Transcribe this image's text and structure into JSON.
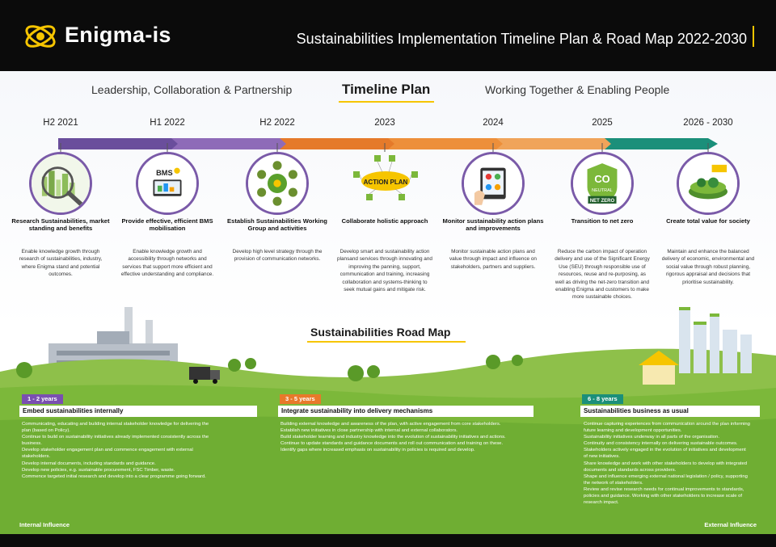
{
  "header": {
    "brand": "Enigma-is",
    "title": "Sustainabilities Implementation Timeline Plan & Road Map 2022-2030"
  },
  "timeline": {
    "heading": "Timeline Plan",
    "tagline_left": "Leadership, Collaboration & Partnership",
    "tagline_right": "Working Together & Enabling People",
    "segments_colors": [
      "#6a4e9c",
      "#8e6bb8",
      "#e57a2a",
      "#ed8f3a",
      "#f0a45a",
      "#1b8f7a"
    ],
    "milestones": [
      {
        "period": "H2 2021",
        "title": "Research Sustainabilities, market standing and benefits",
        "icon": "magnifier-city-icon",
        "description": "Enable knowledge growth through research of sustainabilities, industry, where Enigma stand and potential outcomes."
      },
      {
        "period": "H1 2022",
        "title": "Provide effective, efficient BMS mobilisation",
        "icon": "bms-devices-icon",
        "description": "Enable knowledge growth and accessibility through networks and services that support more efficient and effective understanding and compliance."
      },
      {
        "period": "H2 2022",
        "title": "Establish Sustainabilities Working Group and activities",
        "icon": "working-group-icon",
        "description": "Develop high level strategy through the provision of communication networks."
      },
      {
        "period": "2023",
        "title": "Collaborate holistic approach",
        "icon": "action-plan-icon",
        "description": "Develop smart and sustainability action plansand services through innovating and improving the panning, support, communication and training, increasing collaboration and systems-thinking to seek mutual gains and mitigate risk."
      },
      {
        "period": "2024",
        "title": "Monitor sustainability action plans and improvements",
        "icon": "tablet-monitor-icon",
        "description": "Monitor sustainable action plans and value through impact and influence on stakeholders, partners and suppliers."
      },
      {
        "period": "2025",
        "title": "Transition to net zero",
        "icon": "net-zero-icon",
        "description": "Reduce the carbon impact of operation delivery and use of the Significant Energy Use (SEU) through responsible use of resources, reuse and re-purposing, as well as driving the net-zero transition and enabling Enigma and customers to make more sustainable choices."
      },
      {
        "period": "2026 - 2030",
        "title": "Create total value for society",
        "icon": "sustainability-globe-icon",
        "description": "Maintain and enhance the balanced delivery of economic, environmental and social value through robust planning, rigorous appraisal and decisions that prioritise sustainability."
      }
    ]
  },
  "roadmap": {
    "heading": "Sustainabilities Road Map",
    "phases": [
      {
        "tag": "1 - 2 years",
        "tag_color": "#7a4fb0",
        "title": "Embed sustainabilities internally",
        "items": [
          "Communicating, educating and building internal stakeholder knowledge for delivering the plan (based on Policy).",
          "Continue to build on sustainability initiatives already implemented consistently across the business.",
          "Develop stakeholder engagement plan and commence engagement with external stakeholders.",
          "Develop internal documents, including standards and guidance.",
          "Develop new policies, e.g. sustainable procurement, FSC Timber, waste.",
          "Commence targeted initial research and develop into a clear programme going forward."
        ]
      },
      {
        "tag": "3 - 5 years",
        "tag_color": "#e8792a",
        "title": "Integrate sustainability into delivery mechanisms",
        "items": [
          "Building external knowledge and awareness of the plan, with active engagement from core stakeholders.",
          "Establish new initiatives in close partnership with internal and external collaborators.",
          "Build stakeholder learning and industry knowledge into the evolution of sustainability initiatives and actions.",
          "Continue to update standards and guidance documents and roll out communication and training on these.",
          "Identify gaps where increased emphasis on sustainability in policies is required and develop."
        ]
      },
      {
        "tag": "6 - 8 years",
        "tag_color": "#1b8f7a",
        "title": "Sustainabilities business as usual",
        "items": [
          "Continue capturing experiences from communication around the plan informing future learning and development opportunities.",
          "Sustainability initiatives underway in all parts of the organisation.",
          "Continuity and consistency internally on delivering sustainable outcomes.",
          "Stakeholders actively engaged in the evolution of initiatives and development of new initiatives.",
          "Share knowledge and work with other stakeholders to develop with integrated documents and standards across providers.",
          "Shape and influence emerging external national legislation / policy, supporting the network of stakeholders.",
          "Review and revise research needs for continual improvements to standards, policies and guidance. Working with other stakeholders to increase scale of research impact."
        ]
      }
    ],
    "internal_label": "Internal Influence",
    "external_label": "External Influence"
  },
  "colors": {
    "accent_yellow": "#f6c500",
    "header_bg": "#0b0b0b",
    "grass": "#7cb83a"
  }
}
